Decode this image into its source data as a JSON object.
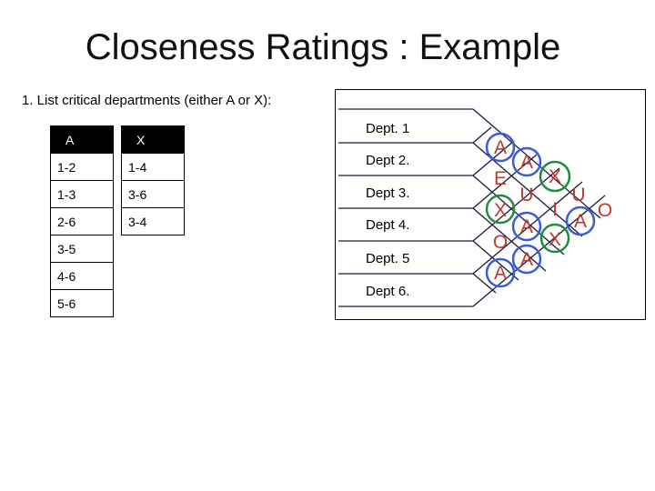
{
  "title": "Closeness Ratings : Example",
  "subtitle": "1. List critical departments (either A or X):",
  "table_a": {
    "header": "A",
    "rows": [
      "1-2",
      "1-3",
      "2-6",
      "3-5",
      "4-6",
      "5-6"
    ]
  },
  "table_x": {
    "header": "X",
    "rows": [
      "1-4",
      "3-6",
      "3-4"
    ]
  },
  "departments": [
    "Dept. 1",
    "Dept 2.",
    "Dept 3.",
    "Dept 4.",
    "Dept. 5",
    "Dept 6."
  ],
  "ratings": {
    "col1": [
      "A",
      "E",
      "X",
      "O",
      "A"
    ],
    "col2": [
      "A",
      "U",
      "A",
      "A"
    ],
    "col3": [
      "X",
      "I",
      "X"
    ],
    "col4": [
      "U",
      "A"
    ],
    "col5": [
      "O"
    ]
  },
  "colors": {
    "letter": "#c0392b",
    "circle_a": "#3b5bdb",
    "circle_x": "#1e8e3e",
    "diagonal_lines": "#1a1a3a"
  }
}
